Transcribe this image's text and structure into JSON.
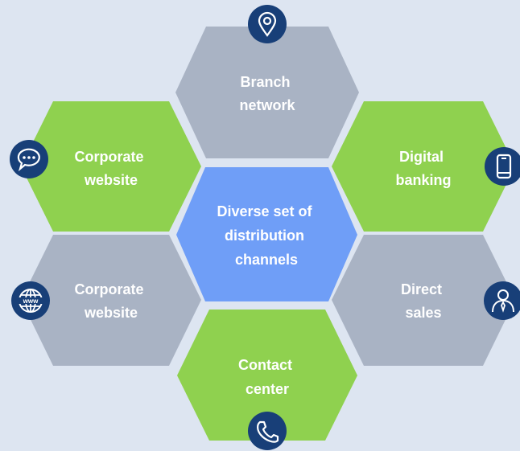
{
  "diagram": {
    "center": {
      "lines": [
        "Diverse set of",
        "distribution",
        "channels"
      ],
      "color": "#6f9ef7"
    },
    "colors": {
      "gray": "#a9b3c4",
      "green": "#8fd14f",
      "icon_bg": "#183f78",
      "icon_line": "#ffffff"
    },
    "segments": [
      {
        "id": "branch-network",
        "lines": [
          "Branch",
          "network"
        ],
        "color_key": "gray",
        "icon": "location-pin-icon"
      },
      {
        "id": "digital-banking",
        "lines": [
          "Digital",
          "banking"
        ],
        "color_key": "green",
        "icon": "mobile-phone-icon"
      },
      {
        "id": "direct-sales",
        "lines": [
          "Direct",
          "sales"
        ],
        "color_key": "gray",
        "icon": "salesperson-icon"
      },
      {
        "id": "contact-center",
        "lines": [
          "Contact",
          "center"
        ],
        "color_key": "green",
        "icon": "phone-handset-icon"
      },
      {
        "id": "corporate-website-lower",
        "lines": [
          "Corporate",
          "website"
        ],
        "color_key": "gray",
        "icon": "globe-www-icon"
      },
      {
        "id": "corporate-website-upper",
        "lines": [
          "Corporate",
          "website"
        ],
        "color_key": "green",
        "icon": "chat-bubble-icon"
      }
    ]
  }
}
